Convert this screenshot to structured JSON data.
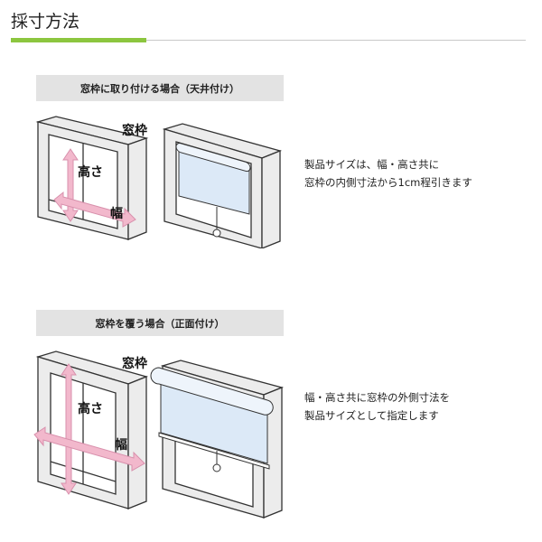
{
  "title": "採寸方法",
  "sections": [
    {
      "heading": "窓枠に取り付ける場合（天井付け）",
      "labels": {
        "frame": "窓枠",
        "height": "高さ",
        "width": "幅"
      },
      "description": [
        "製品サイズは、幅・高さ共に",
        "窓枠の内側寸法から1cm程引きます"
      ]
    },
    {
      "heading": "窓枠を覆う場合（正面付け）",
      "labels": {
        "frame": "窓枠",
        "height": "高さ",
        "width": "幅"
      },
      "description": [
        "幅・高さ共に窓枠の外側寸法を",
        "製品サイズとして指定します"
      ]
    }
  ],
  "colors": {
    "accent": "#8cc63f",
    "arrow": "#f2b8cc",
    "blind": "#dce9f7",
    "frame": "#e8e8e8"
  }
}
